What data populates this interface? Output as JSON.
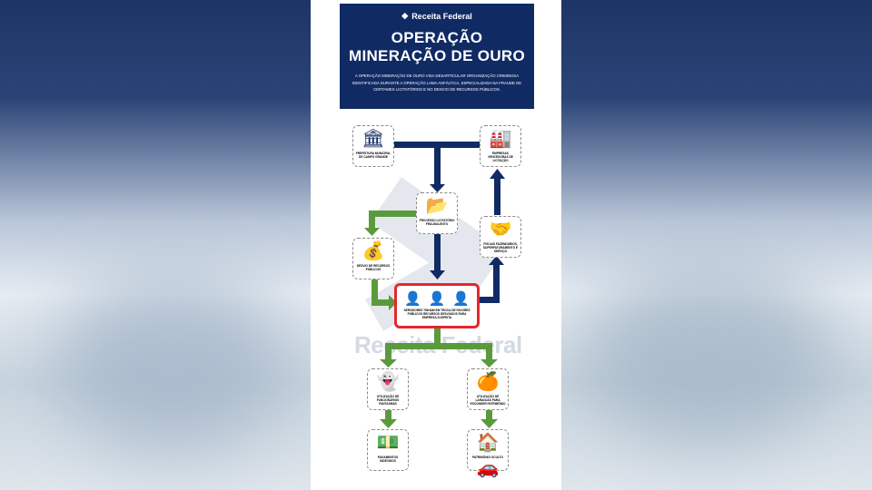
{
  "header": {
    "logo_text": "Receita Federal",
    "title_line1": "OPERAÇÃO",
    "title_line2": "MINERAÇÃO DE OURO",
    "description": "A Operação Mineração de Ouro visa desarticular organização criminosa identificada durante a Operação Lama Asfáltica, especializada na fraude de certames licitatórios e no desvio de recursos públicos."
  },
  "watermark": "Receita Federal",
  "nodes": {
    "prefeitura": "Prefeitura Municipal de Campo Grande",
    "empresas": "Empresas vencedoras de licitação",
    "processo": "Processo licitatório fraudulento",
    "desvio": "Desvio de recursos públicos",
    "pagamentos": "Fiscais fazendários, superfaturamento e serviço",
    "servidores": "Servidores tinham em troca de favores públicos recursos desviados para empresa suspeita",
    "fantasmas": "Utilização de funcionários fantasmas",
    "laranjas": "Utilização de laranjas para esconder patrimônio",
    "pag_indevidos": "Pagamentos indevidos",
    "patrimonio": "Patrimônio oculto"
  },
  "colors": {
    "navy": "#102a63",
    "green": "#5b9a3c",
    "red": "#e3282d"
  }
}
